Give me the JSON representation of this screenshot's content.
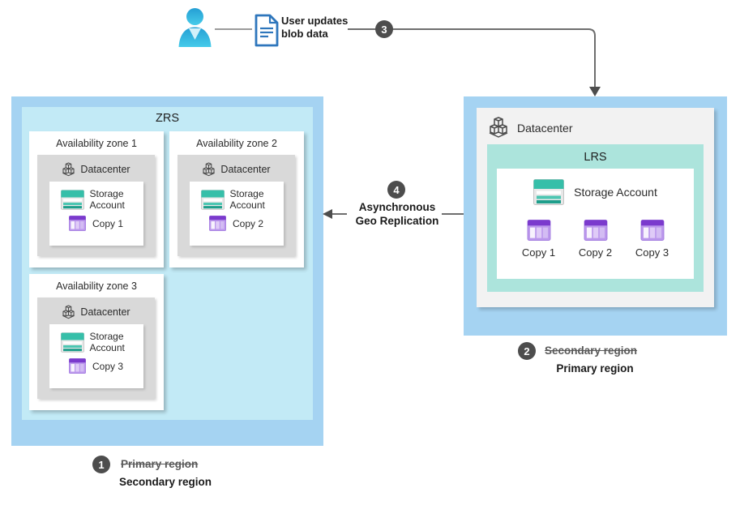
{
  "flow": {
    "user_action_label": "User updates blob data",
    "step3_badge": "3"
  },
  "replication_arrow": {
    "step4_badge": "4",
    "line1": "Asynchronous",
    "line2": "Geo Replication"
  },
  "zrs_region": {
    "title": "ZRS",
    "zones": [
      {
        "title": "Availability zone 1",
        "datacenter_label": "Datacenter",
        "storage_label": "Storage Account",
        "copy_label": "Copy 1"
      },
      {
        "title": "Availability zone 2",
        "datacenter_label": "Datacenter",
        "storage_label": "Storage Account",
        "copy_label": "Copy 2"
      },
      {
        "title": "Availability zone 3",
        "datacenter_label": "Datacenter",
        "storage_label": "Storage Account",
        "copy_label": "Copy 3"
      }
    ],
    "region_note": {
      "badge": "1",
      "previous_role": "Primary region",
      "current_role": "Secondary region"
    }
  },
  "lrs_region": {
    "datacenter_label": "Datacenter",
    "title": "LRS",
    "storage_label": "Storage Account",
    "copies": [
      "Copy 1",
      "Copy 2",
      "Copy 3"
    ],
    "region_note": {
      "badge": "2",
      "previous_role": "Secondary region",
      "current_role": "Primary region"
    }
  },
  "colors": {
    "region_blue": "#a5d3f2",
    "zrs_cyan": "#c2eaf6",
    "lrs_teal": "#ace4dc",
    "datacenter_gray": "#d9d9d9",
    "card_gray": "#f2f2f2",
    "badge_gray": "#4d4d4d",
    "arrow_gray": "#6e6e6e",
    "storage_teal": "#36bfa9",
    "copy_purple": "#7b3acd",
    "user_blue": "#35b9e4",
    "document_blue": "#2e76bc"
  }
}
